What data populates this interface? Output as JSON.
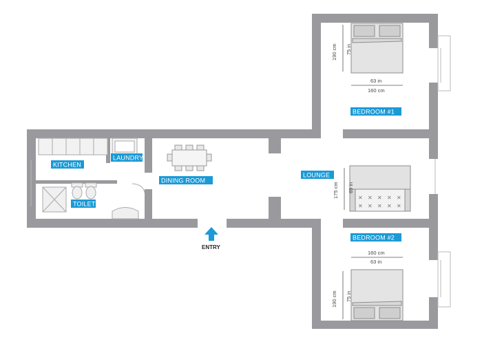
{
  "rooms": {
    "kitchen": "KITCHEN",
    "laundry": "LAUNDRY",
    "toilet": "TOILET",
    "dining_room": "DINING ROOM",
    "lounge": "LOUNGE",
    "bedroom_1": "BEDROOM #1",
    "bedroom_2": "BEDROOM #2"
  },
  "entry_label": "ENTRY",
  "dimensions": {
    "bed1_length_cm": "190 cm",
    "bed1_length_in": "75  in",
    "bed1_width_in": "63  in",
    "bed1_width_cm": "160 cm",
    "sofa_length_cm": "175 cm",
    "sofa_length_in": "69  in",
    "bed2_width_cm": "160 cm",
    "bed2_width_in": "63  in",
    "bed2_length_cm": "190 cm",
    "bed2_length_in": "75  in"
  },
  "colors": {
    "wall": "#9a9a9e",
    "label_bg": "#1a9ad6",
    "entry_arrow": "#1a9ad6",
    "furniture_fill": "#e6e6e6",
    "furniture_stroke": "#9a9a9a"
  }
}
